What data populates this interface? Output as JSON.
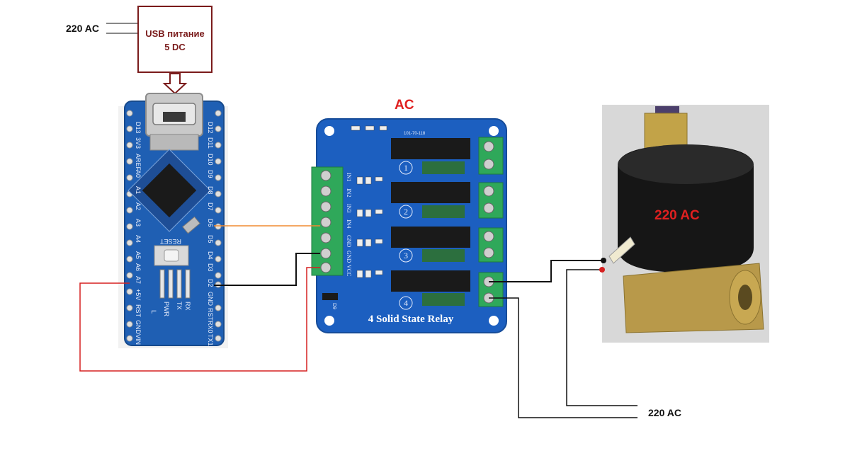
{
  "labels": {
    "top_left_ac": "220 AC",
    "usb_line1": "USB питание",
    "usb_line2": "5 DC",
    "relay_header": "AC",
    "valve_label": "220 AC",
    "bottom_ac": "220 AC"
  },
  "arduino": {
    "left_pins": [
      "D12",
      "D11",
      "D10",
      "D9",
      "D8",
      "D7",
      "D6",
      "D5",
      "D4",
      "D3",
      "D2",
      "GND",
      "RST",
      "RX0",
      "TX1"
    ],
    "right_pins": [
      "D13",
      "3V3",
      "AREF",
      "A0",
      "A1",
      "A2",
      "A3",
      "A4",
      "A5",
      "A6",
      "A7",
      "+5V",
      "RST",
      "GND",
      "VIN"
    ],
    "reset_label": "RESET",
    "led_labels": [
      "L",
      "PWR",
      "TX",
      "RX"
    ]
  },
  "relay": {
    "title": "4 Solid State Relay",
    "channels": [
      "1",
      "2",
      "3",
      "4"
    ],
    "input_pins": [
      "IN1",
      "IN2",
      "IN3",
      "IN4",
      "GND",
      "GND",
      "VCC"
    ],
    "pcb_id": "101-70-118",
    "led_label": "D9"
  },
  "colors": {
    "usb_box": "#7a1b1b",
    "relay_header": "#e02020",
    "valve_label": "#e02020",
    "wire_orange": "#f08a30",
    "wire_red": "#d62020",
    "wire_black": "#111111",
    "pcb_blue": "#1c5fc0",
    "terminal_green": "#2fa85a"
  }
}
